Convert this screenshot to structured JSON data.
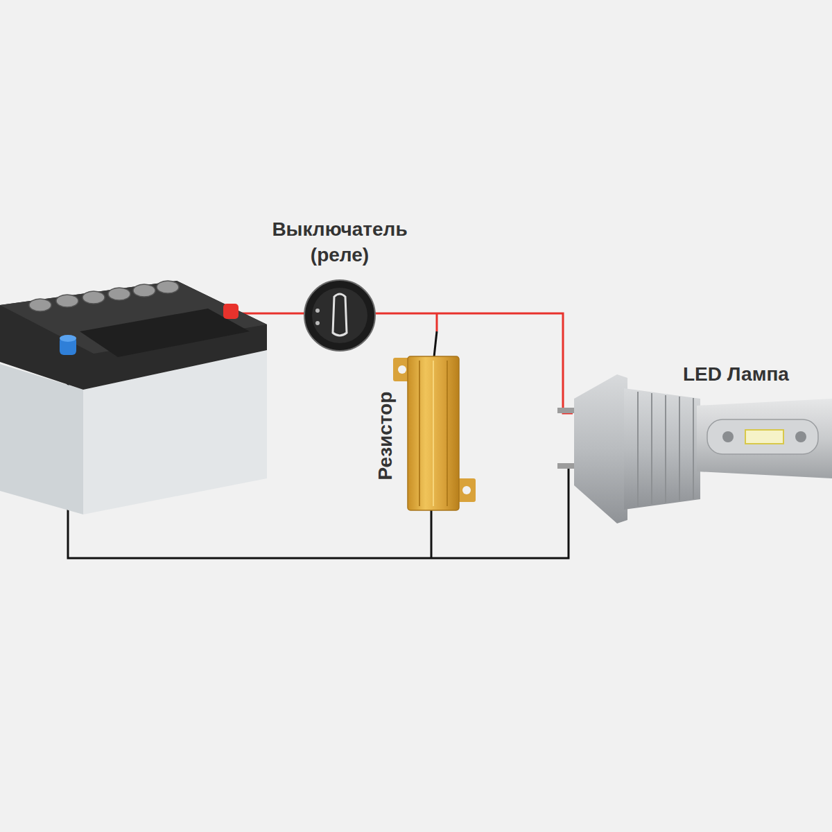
{
  "diagram": {
    "labels": [
      "Выключатель (реле)",
      "Резистор",
      "LED Лампа"
    ]
  }
}
